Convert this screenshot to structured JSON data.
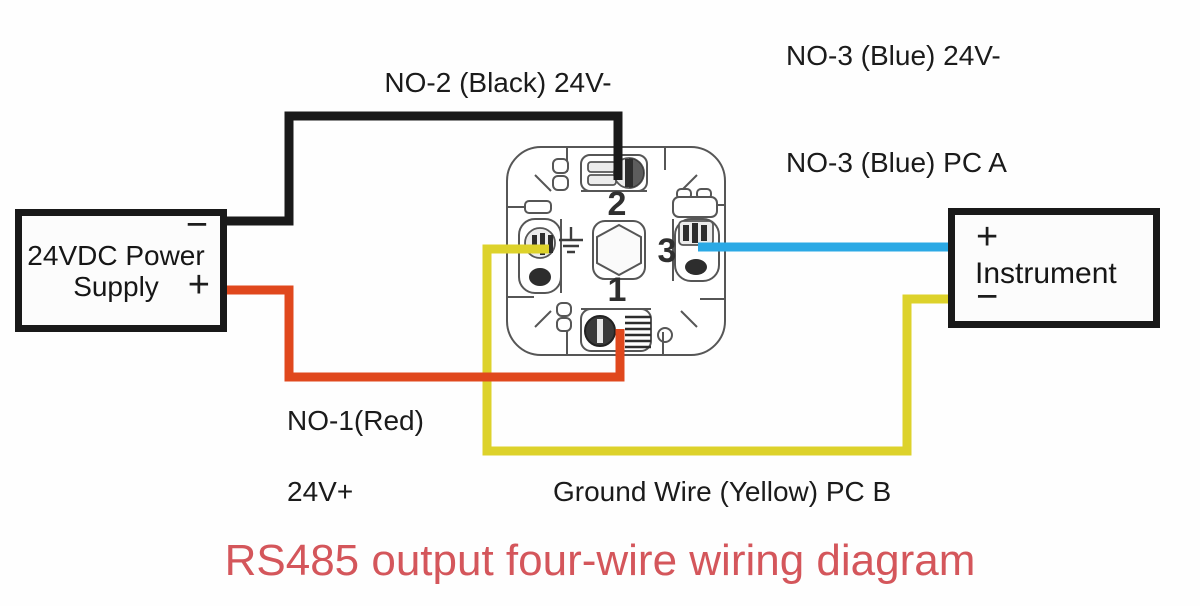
{
  "title": {
    "text": "RS485 output four-wire wiring diagram",
    "color": "#d4565b"
  },
  "power_supply": {
    "name_line1": "24VDC Power",
    "name_line2": "Supply",
    "minus": "−",
    "plus": "+"
  },
  "instrument": {
    "name": "Instrument",
    "plus": "+",
    "minus": "−"
  },
  "wire_labels": {
    "no2": "NO-2 (Black) 24V-",
    "no3_24v": "NO-3 (Blue) 24V-",
    "no3_pc_a": "NO-3 (Blue) PC A",
    "no1": "NO-1(Red)",
    "v24": "24V+",
    "ground": "Ground Wire (Yellow) PC B"
  },
  "connector": {
    "pin_top": "2",
    "pin_bottom": "1",
    "pin_right": "3"
  },
  "wires": {
    "black": "#1a1a1a",
    "red": "#e0481d",
    "yellow": "#ddd22b",
    "blue": "#2ba9e5"
  }
}
